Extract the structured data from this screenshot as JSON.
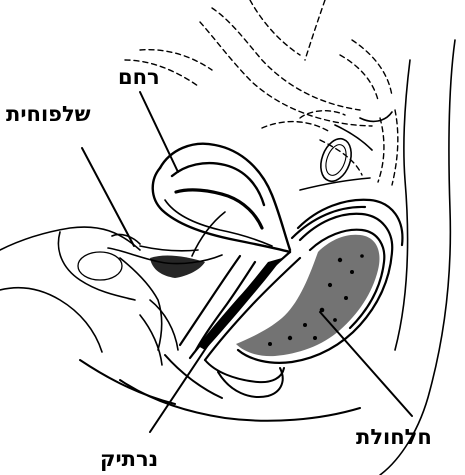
{
  "diagram": {
    "labels": {
      "uterus": "רחם",
      "bladder": "שלפוחית",
      "rectum": "חלחולת",
      "vagina": "נרתיק"
    },
    "colors": {
      "line": "#000000",
      "background": "#ffffff"
    }
  }
}
